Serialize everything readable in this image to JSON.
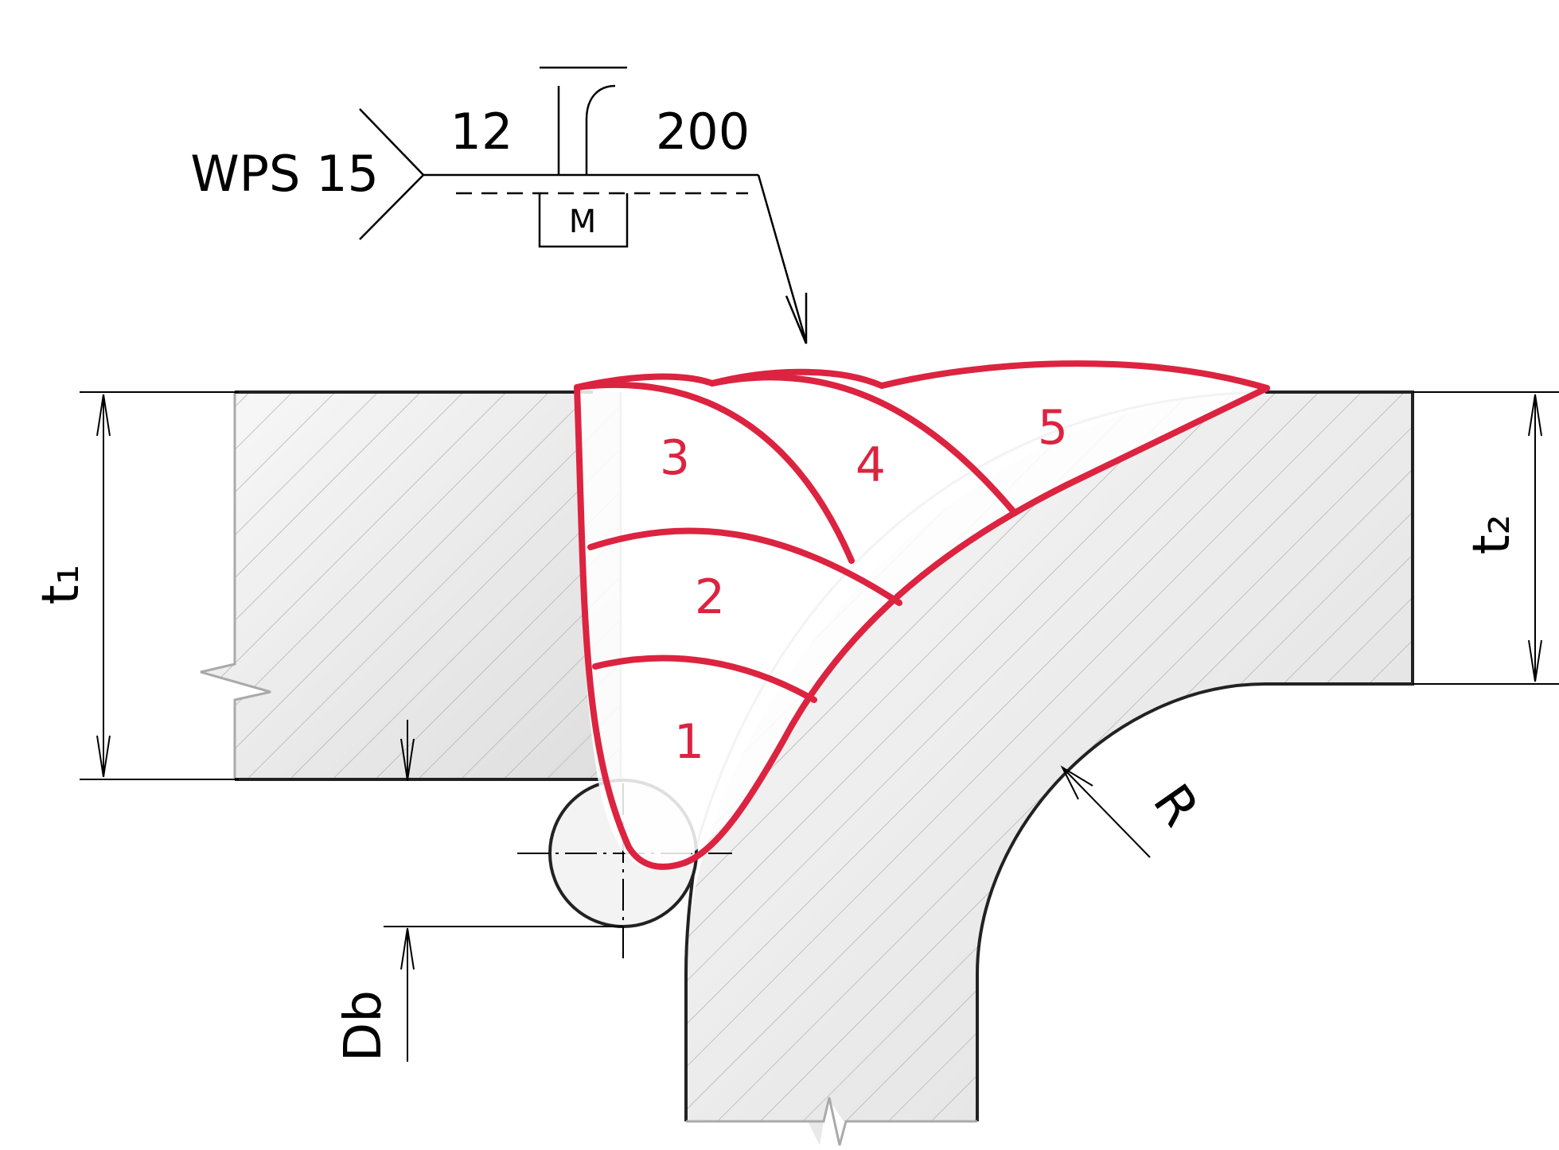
{
  "welding_symbol": {
    "reference": "WPS 15",
    "size": "12",
    "length": "200",
    "backing": "M"
  },
  "dimensions": {
    "plate_thickness_1": "t₁",
    "plate_thickness_2": "t₂",
    "bend_radius": "R",
    "backing_diameter": "Db"
  },
  "weld_passes": [
    "1",
    "2",
    "3",
    "4",
    "5"
  ],
  "colors": {
    "weld": "#dc2340",
    "outline": "#222222",
    "section_fill": "#ececec",
    "hidden_line": "#aaaaaa"
  }
}
